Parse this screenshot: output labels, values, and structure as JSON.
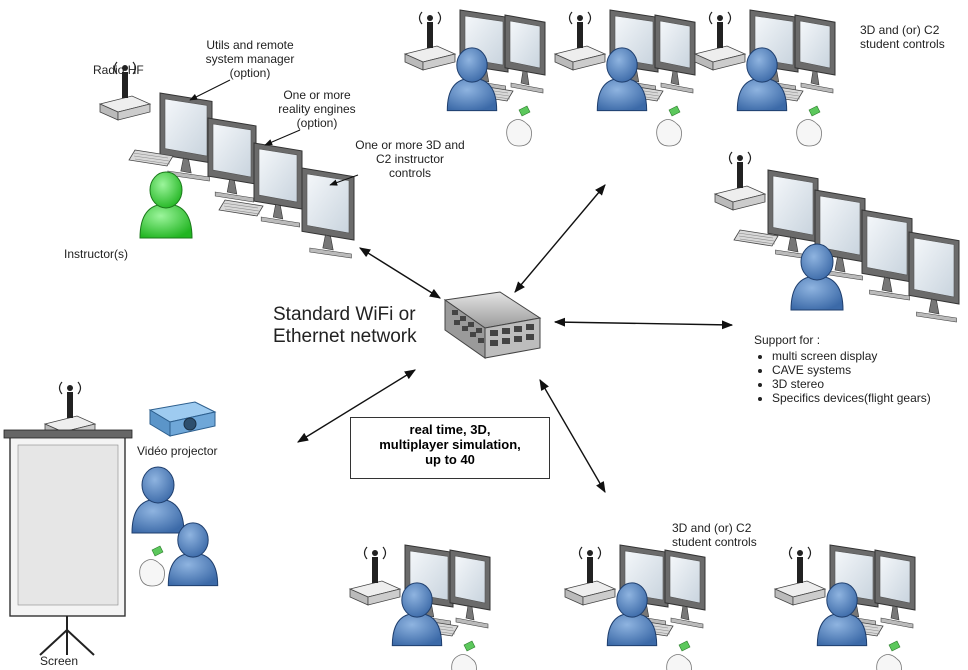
{
  "labels": {
    "radio_hf": "Radio HF",
    "utils": [
      "Utils and remote",
      "system manager",
      "(option)"
    ],
    "reality": [
      "One or more",
      "reality engines",
      "(option)"
    ],
    "instructor_controls": [
      "One or more 3D and",
      "C2 instructor",
      "controls"
    ],
    "instructors": "Instructor(s)",
    "student_top": [
      "3D and (or) C2",
      "student controls"
    ],
    "student_bottom": [
      "3D and (or) C2",
      "student controls"
    ],
    "network": [
      "Standard WiFi or",
      "Ethernet network"
    ],
    "projector": "Vidéo projector",
    "screen": "Screen"
  },
  "callout": [
    "real time, 3D,",
    "multiplayer simulation,",
    "up to 40"
  ],
  "support": {
    "title": "Support for :",
    "items": [
      " multi screen display",
      "CAVE systems",
      "3D stereo",
      "Specifics devices(flight gears)"
    ]
  },
  "colors": {
    "instructor": "#3fd63f",
    "student": "#4b7fc0",
    "monitor_frame": "#6b6b6b",
    "monitor_screen": "#dde6ee",
    "arrow": "#111111"
  }
}
